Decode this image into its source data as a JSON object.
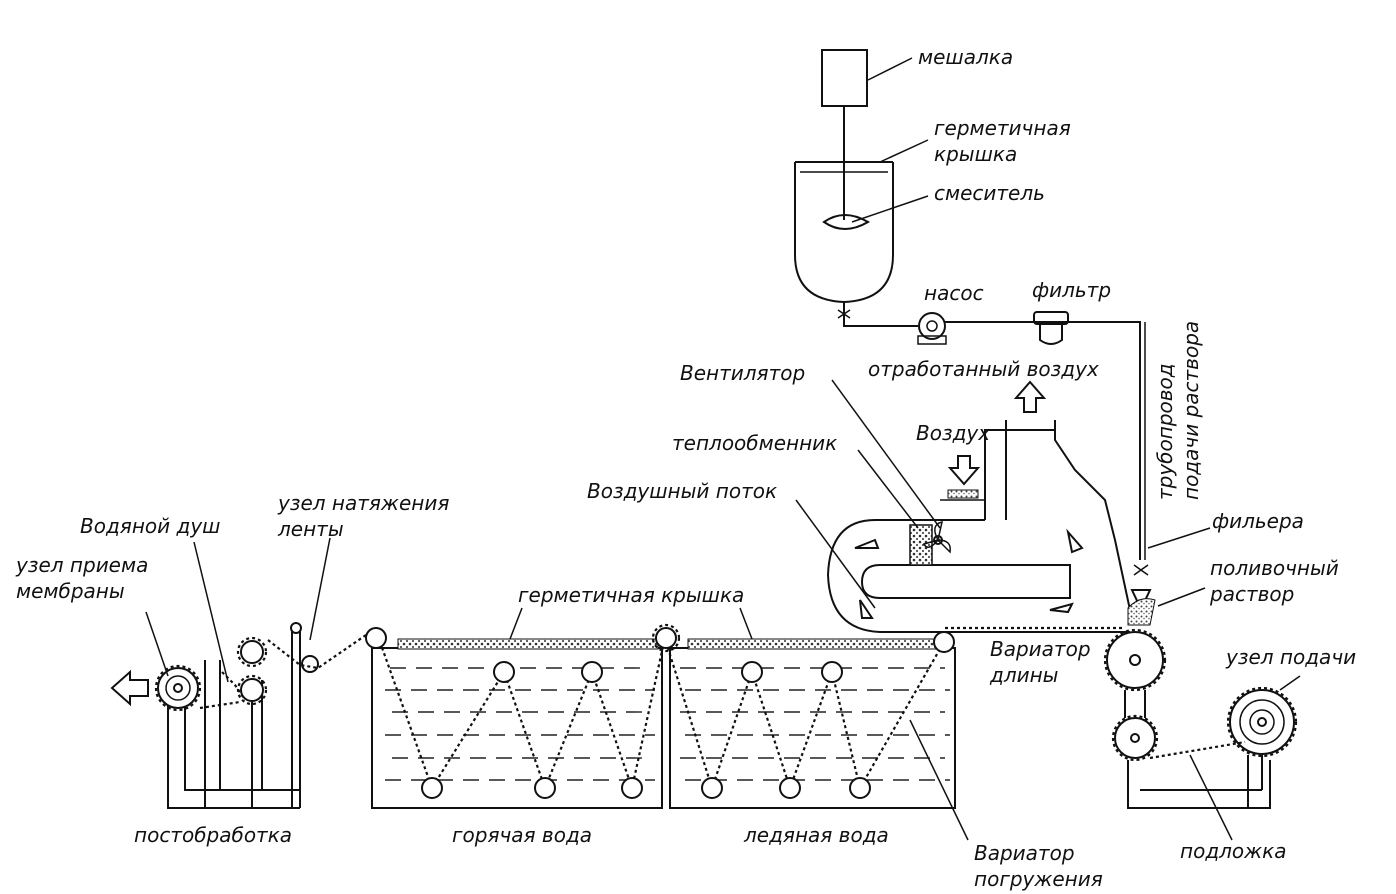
{
  "labels": {
    "mixer_motor": "мешалка",
    "sealed_lid_top": "герметичная\nкрышка",
    "agitator": "смеситель",
    "pump": "насос",
    "filter": "фильтр",
    "solution_pipe": "трубопровод\nподачи раствора",
    "exhaust_air": "отработанный воздух",
    "fan": "Вентилятор",
    "air": "Воздух",
    "heat_exchanger": "теплообменник",
    "air_flow": "Воздушный поток",
    "spinneret": "фильера",
    "casting_solution": "поливочный\nраствор",
    "water_shower": "Водяной душ",
    "tension_unit": "узел натяжения\nленты",
    "membrane_takeup": "узел приема\nмембраны",
    "sealed_lid_bath": "герметичная крышка",
    "length_variator": "Вариатор\nдлины",
    "feed_unit": "узел подачи",
    "post_treatment": "постобработка",
    "hot_water": "горячая вода",
    "ice_water": "ледяная вода",
    "immersion_variator": "Вариатор\nпогружения",
    "substrate": "подложка"
  },
  "icons": {
    "exhaust_arrow": "arrow-up-icon",
    "air_arrow": "arrow-down-icon",
    "output_arrow": "arrow-left-icon"
  }
}
